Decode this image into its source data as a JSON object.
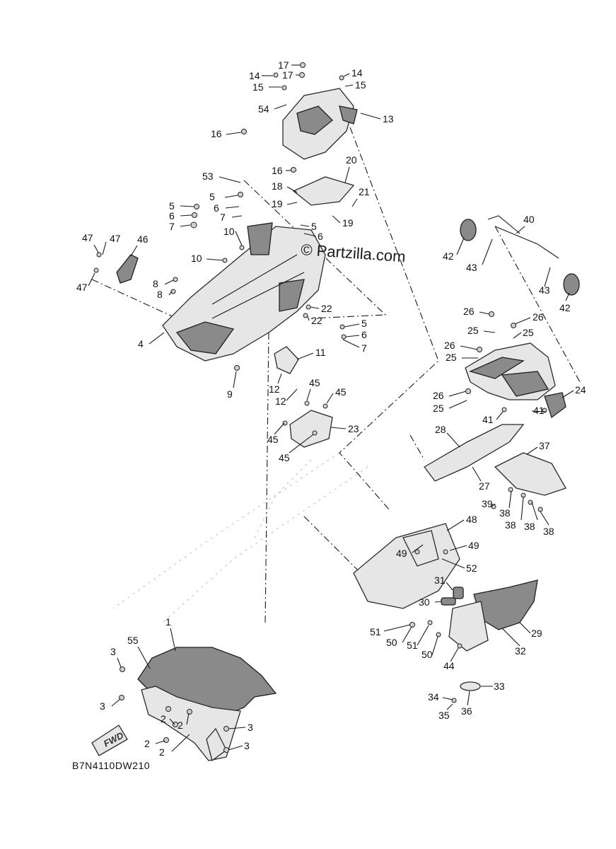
{
  "watermark": "© Partzilla.com",
  "diagram_code": "B7N4110DW210",
  "fwd_label": "FWD",
  "callouts": [
    "17",
    "17",
    "14",
    "15",
    "14",
    "15",
    "54",
    "13",
    "16",
    "16",
    "53",
    "20",
    "18",
    "21",
    "19",
    "19",
    "5",
    "6",
    "7",
    "5",
    "6",
    "7",
    "5",
    "6",
    "10",
    "10",
    "47",
    "47",
    "46",
    "47",
    "8",
    "8",
    "4",
    "9",
    "11",
    "12",
    "12",
    "22",
    "22",
    "5",
    "6",
    "7",
    "45",
    "45",
    "45",
    "45",
    "23",
    "40",
    "42",
    "43",
    "43",
    "42",
    "26",
    "25",
    "26",
    "25",
    "26",
    "25",
    "26",
    "25",
    "24",
    "41",
    "41",
    "28",
    "27",
    "37",
    "39",
    "38",
    "38",
    "38",
    "38",
    "48",
    "49",
    "49",
    "52",
    "31",
    "30",
    "29",
    "32",
    "51",
    "50",
    "51",
    "50",
    "44",
    "33",
    "34",
    "35",
    "36",
    "1",
    "55",
    "3",
    "3",
    "2",
    "2",
    "2",
    "2",
    "3",
    "3"
  ],
  "colors": {
    "line": "#1a1a1a",
    "part_fill": "#e6e6e6",
    "part_shade": "#8a8a8a",
    "background": "#ffffff"
  },
  "icons": [
    "fwd-arrow-icon"
  ]
}
